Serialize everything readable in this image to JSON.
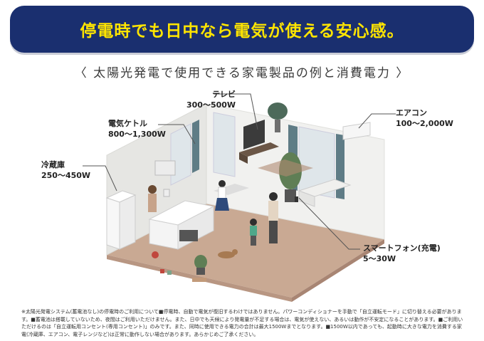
{
  "banner": {
    "title": "停電時でも日中なら電気が使える安心感。"
  },
  "subtitle": "〈 太陽光発電で使用できる家電製品の例と消費電力 〉",
  "appliances": {
    "tv": {
      "name": "テレビ",
      "watt": "300～500W"
    },
    "kettle": {
      "name": "電気ケトル",
      "watt": "800～1,300W"
    },
    "fridge": {
      "name": "冷蔵庫",
      "watt": "250～450W"
    },
    "aircon": {
      "name": "エアコン",
      "watt": "100～2,000W"
    },
    "phone": {
      "name": "スマートフォン(充電)",
      "watt": "5～30W"
    }
  },
  "footnote": "※太陽光発電システム(蓄電池なし)の停電時のご利用について■停電時、自動で電気が復旧するわけではありません。パワーコンディショナーを手動で「自立運転モード」に切り替える必要があります。■蓄電池は搭載していないため、夜間はご利用いただけません。また、日中でも天候により発電量が不足する場合は、電気が使えない、あるいは動作が不安定になることがあります。■ご利用いただけるのは「自立運転用コンセント(専用コンセント)」のみです。また、同時に使用できる電力の合計は最大1500Wまでとなります。■1500W以内であっても、起動時に大きな電力を消費する家電(冷蔵庫、エアコン、電子レンジなど)は正常に動作しない場合があります。あらかじめご了承ください。",
  "colors": {
    "banner_bg": "#1a2f6f",
    "banner_text": "#ffe500",
    "floor": "#c9a993",
    "wall": "#f1f1ef"
  },
  "icons": [
    "television-icon",
    "kettle-icon",
    "refrigerator-icon",
    "air-conditioner-icon",
    "smartphone-icon"
  ]
}
